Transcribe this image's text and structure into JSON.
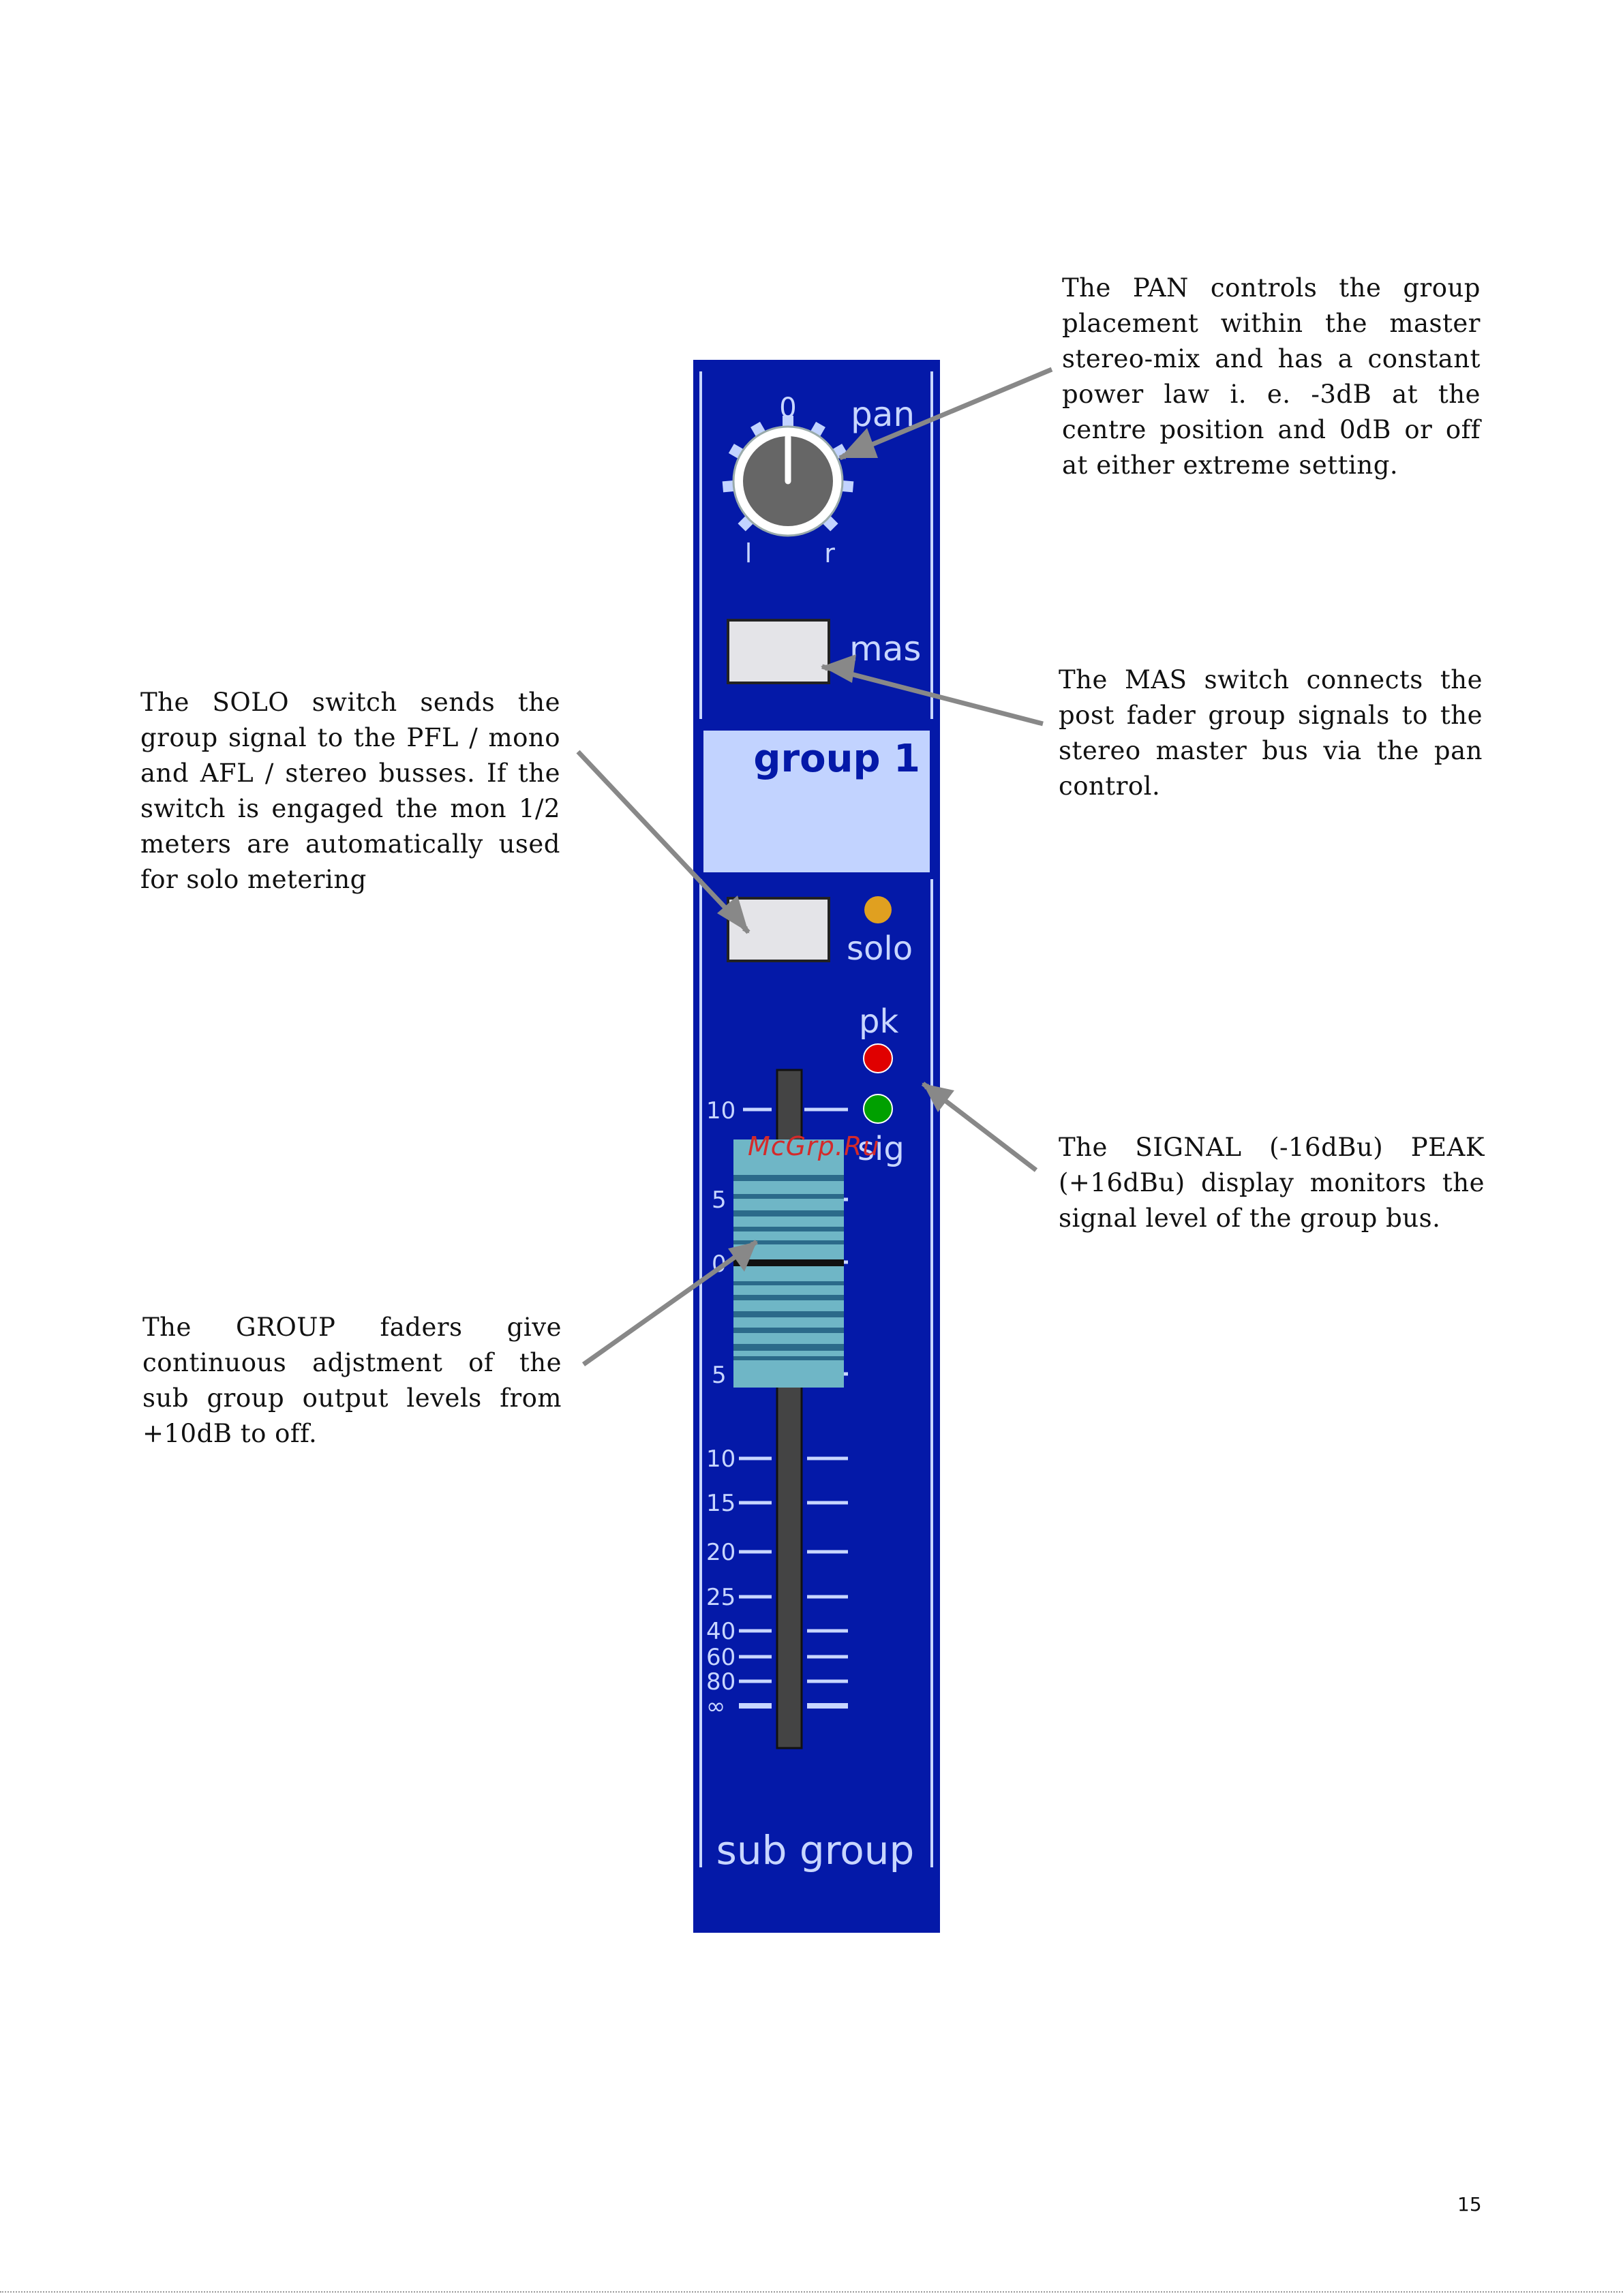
{
  "annotations": {
    "pan": "The PAN controls the group placement within the master stereo-mix and has a constant power law i. e. -3dB at the centre position and 0dB or off at either extreme setting.",
    "mas": "The MAS switch connects the post fader group signals to the stereo master bus via the pan control.",
    "solo": "The SOLO switch sends the group signal to the PFL / mono and AFL / stereo busses. If the switch is engaged the mon 1/2 meters are automatically used for solo metering",
    "signal": "The SIGNAL (-16dBu) PEAK (+16dBu) display monitors the signal level of the group bus.",
    "group": "The GROUP faders give continuous adjstment of the sub group output levels from +10dB to off."
  },
  "strip": {
    "pan_label": "pan",
    "pan_center": "0",
    "pan_left": "l",
    "pan_right": "r",
    "mas_label": "mas",
    "channel_name": "group 1",
    "solo_label": "solo",
    "pk_label": "pk",
    "sig_label": "sig",
    "footer_label": "sub group",
    "fader_scale": {
      "s10_top": "10",
      "s5_top": "5",
      "s0": "0",
      "s5_bot": "5",
      "s10": "10",
      "s15": "15",
      "s20": "20",
      "s25": "25",
      "s40": "40",
      "s60": "60",
      "s80": "80",
      "sinf": "∞"
    }
  },
  "colors": {
    "panel_blue": "#0419a8",
    "name_panel": "#c2d3ff",
    "solo_led": "#e0a020",
    "peak_led": "#e00000",
    "signal_led": "#00a000",
    "fader_cap": "#6fb6c6"
  },
  "watermark": "McGrp.Ru",
  "page_number": "15"
}
